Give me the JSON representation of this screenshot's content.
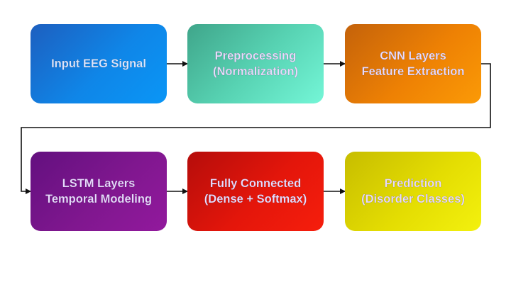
{
  "diagram": {
    "nodes": [
      {
        "id": "input",
        "lines": [
          "Input EEG Signal"
        ],
        "color": "#0f86e8"
      },
      {
        "id": "preprocessing",
        "lines": [
          "Preprocessing",
          "(Normalization)"
        ],
        "color": "#57d2b2"
      },
      {
        "id": "cnn",
        "lines": [
          "CNN Layers",
          "Feature Extraction"
        ],
        "color": "#ee8104"
      },
      {
        "id": "lstm",
        "lines": [
          "LSTM Layers",
          "Temporal Modeling"
        ],
        "color": "#80178f"
      },
      {
        "id": "dense",
        "lines": [
          "Fully Connected",
          "(Dense + Softmax)"
        ],
        "color": "#e4160b"
      },
      {
        "id": "prediction",
        "lines": [
          "Prediction",
          "(Disorder Classes)"
        ],
        "color": "#e4dd02"
      }
    ],
    "edges": [
      {
        "from": "input",
        "to": "preprocessing"
      },
      {
        "from": "preprocessing",
        "to": "cnn"
      },
      {
        "from": "cnn",
        "to": "lstm"
      },
      {
        "from": "lstm",
        "to": "dense"
      },
      {
        "from": "dense",
        "to": "prediction"
      }
    ]
  }
}
